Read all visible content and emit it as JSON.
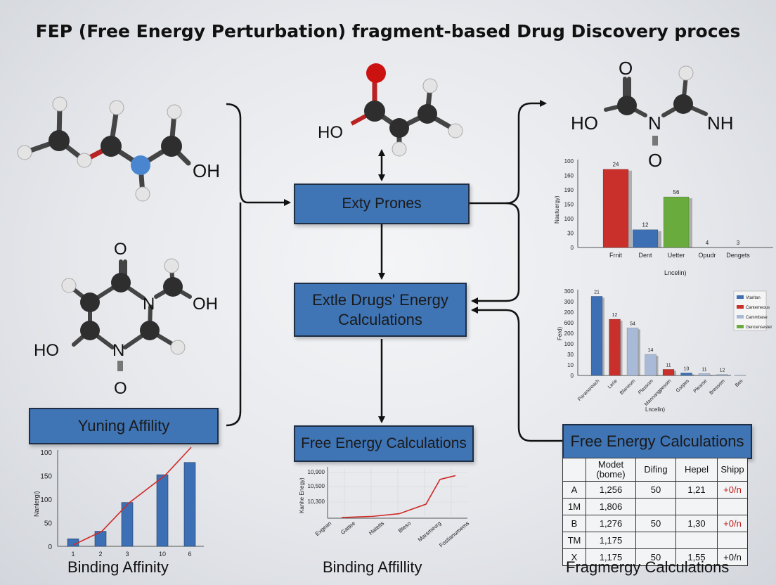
{
  "title": "FEP (Free Energy Perturbation) fragment-based Drug Discovery proces",
  "boxes": {
    "entry": "Exty Prones",
    "energy": "Extle Drugs' Energy Calculations",
    "yuning": "Yuning Affility",
    "free_center": "Free Energy Calculations",
    "free_right": "Free Energy Calculations"
  },
  "molecules": {
    "top_left": {
      "labels": [
        "OH"
      ]
    },
    "mid_left": {
      "labels": [
        "O",
        "N",
        "OH",
        "HO",
        "N",
        "O"
      ]
    },
    "top_center": {
      "labels": [
        "HO"
      ]
    },
    "top_right": {
      "labels": [
        "O",
        "HO",
        "N",
        "NH",
        "O"
      ]
    }
  },
  "captions": {
    "left": "Binding Affinity",
    "center": "Binding Affillity",
    "right": "Fragmergy Calculations"
  },
  "colors": {
    "box_fill": "#3f74b5",
    "red": "#c0211e",
    "blue_bar": "#3d6fb4",
    "green_bar": "#6aab3e",
    "light_bar": "#a9b9d8",
    "carbon": "#333333",
    "oxygen": "#cc1111",
    "nitrogen": "#4a86d0"
  },
  "chart_data": [
    {
      "type": "bar",
      "categories": [
        "Frnit",
        "Dent",
        "Uetter",
        "Opudr",
        "Dengets"
      ],
      "values": [
        167,
        38,
        108,
        0,
        0
      ],
      "data_labels": [
        "24",
        "12",
        "56",
        "4",
        "3"
      ],
      "bar_colors": [
        "#c9302c",
        "#3d6fb4",
        "#6aab3e",
        "#888888",
        "#888888"
      ],
      "yticks": [
        "0",
        "30",
        "100",
        "150",
        "190",
        "160",
        "100"
      ],
      "ylabel": "Nautuergy)",
      "xlabel": "Lncelin)",
      "ylim": [
        0,
        180
      ]
    },
    {
      "type": "bar",
      "categories": [
        "Paranoreach",
        "Lerie",
        "Blaneum",
        "Plassom",
        "Mannangpesom",
        "Garpes",
        "Plearse",
        "Bressom",
        "Bes"
      ],
      "values": [
        338,
        240,
        203,
        90,
        26,
        11,
        8,
        4,
        2
      ],
      "data_labels": [
        "21",
        "12",
        "54",
        "14",
        "11",
        "10",
        "11",
        "12",
        ""
      ],
      "bar_colors": [
        "#3d6fb4",
        "#c9302c",
        "#a9b9d8",
        "#a9b9d8",
        "#c9302c",
        "#3d6fb4",
        "#a9b9d8",
        "#a9b9d8",
        "#a9b9d8"
      ],
      "yticks": [
        "0",
        "10",
        "30",
        "100",
        "200",
        "600",
        "200",
        "300",
        "300"
      ],
      "ylabel": "Ferd)",
      "xlabel": "Lncelin)",
      "legend": [
        "Vtaritan",
        "Cantemeous",
        "Cammbase",
        "Gencensester"
      ],
      "legend_colors": [
        "#3d6fb4",
        "#c9302c",
        "#a9b9d8",
        "#6aab3e"
      ],
      "ylim": [
        0,
        360
      ]
    },
    {
      "type": "bar",
      "categories": [
        "1",
        "2",
        "3",
        "10",
        "6"
      ],
      "values": [
        16,
        32,
        93,
        152,
        178
      ],
      "trend_line": [
        3,
        35,
        100,
        165,
        230
      ],
      "yticks": [
        "0",
        "50",
        "100",
        "150",
        "100"
      ],
      "ylabel": "Nanlergi)",
      "ylim": [
        0,
        200
      ]
    },
    {
      "type": "line",
      "x": [
        "Exgean",
        "Gattee",
        "Hatetts",
        "Bteso",
        "Marsmevrg",
        "Fostianumems"
      ],
      "values": [
        0,
        3,
        10,
        35,
        100,
        110
      ],
      "yticks": [
        "10,900",
        "10,500",
        "10,300"
      ],
      "ylabel": "Kanhe Enegy)",
      "ylim": [
        0,
        120
      ]
    }
  ],
  "table": {
    "header": [
      "",
      "Modet (bome)",
      "Difing",
      "Hepel",
      "Shipp"
    ],
    "rows": [
      [
        "A",
        "1,256",
        "50",
        "1,21",
        "+0/n"
      ],
      [
        "1M",
        "1,806",
        "",
        "",
        ""
      ],
      [
        "B",
        "1,276",
        "50",
        "1,30",
        "+0/n"
      ],
      [
        "TM",
        "1,175",
        "",
        "",
        ""
      ],
      [
        "X",
        "1,175",
        "50",
        "1,55",
        "+0/n"
      ]
    ]
  }
}
